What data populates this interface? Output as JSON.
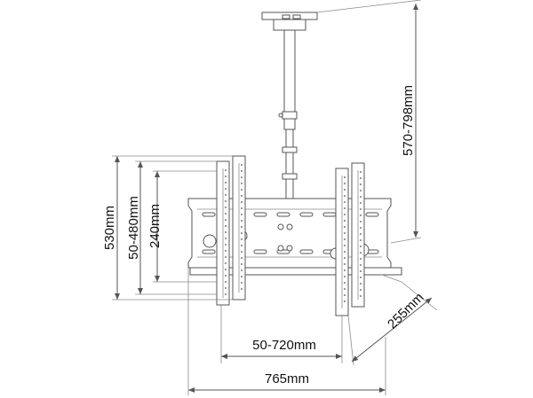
{
  "dimensions": {
    "total_width": "765mm",
    "vesa_width": "50-720mm",
    "total_height": "530mm",
    "vesa_height": "50-480mm",
    "plate_height": "240mm",
    "depth": "255mm",
    "pole_height": "570-798mm"
  },
  "colors": {
    "line": "#555555",
    "text": "#111111"
  }
}
